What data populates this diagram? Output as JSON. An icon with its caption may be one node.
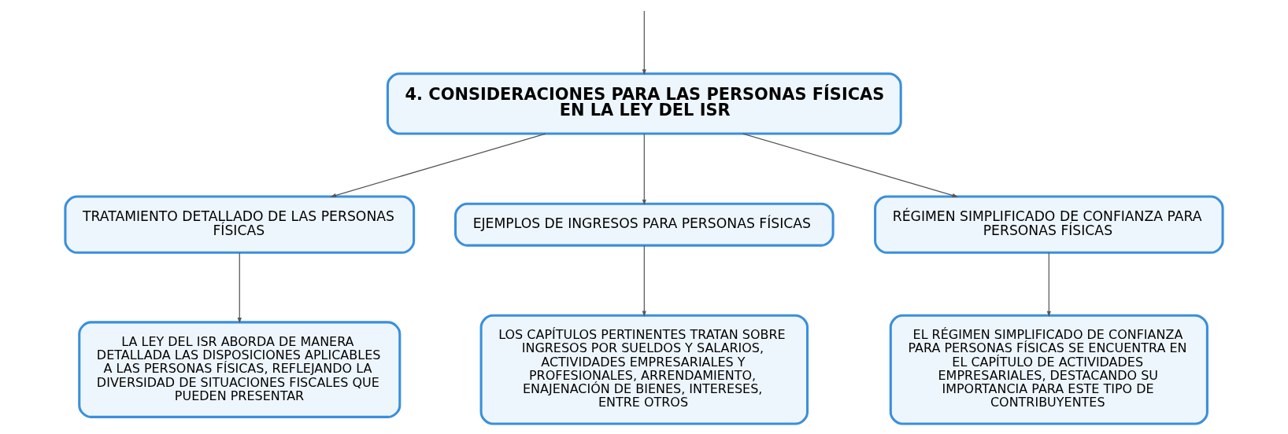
{
  "diagram": {
    "nodes": [
      {
        "text": [
          "4. CONSIDERACIONES PARA LAS PERSONAS FÍSICAS EN LA LEY DEL ISR"
        ]
      },
      {
        "text": [
          "TRATAMIENTO DETALLADO DE LAS PERSONAS FÍSICAS"
        ]
      },
      {
        "text": [
          "EJEMPLOS DE INGRESOS PARA PERSONAS FÍSICAS"
        ]
      },
      {
        "text": [
          "RÉGIMEN SIMPLIFICADO DE CONFIANZA PARA PERSONAS FÍSICAS"
        ]
      },
      {
        "text": [
          "LA LEY DEL ISR ABORDA DE MANERA DETALLADA LAS DISPOSICIONES APLICABLES A LAS PERSONAS FÍSICAS, REFLEJANDO LA DIVERSIDAD DE SITUACIONES FISCALES QUE PUEDEN PRESENTAR"
        ]
      },
      {
        "text": [
          "LOS CAPÍTULOS PERTINENTES TRATAN SOBRE INGRESOS POR SUELDOS Y SALARIOS, ACTIVIDADES EMPRESARIALES Y PROFESIONALES, ARRENDAMIENTO, ENAJENACIÓN DE BIENES, INTERESES, ENTRE OTROS"
        ]
      },
      {
        "text": [
          "EL RÉGIMEN SIMPLIFICADO DE CONFIANZA PARA PERSONAS FÍSICAS SE ENCUENTRA EN EL CAPÍTULO DE ACTIVIDADES EMPRESARIALES, DESTACANDO SU IMPORTANCIA PARA ESTE TIPO DE CONTRIBUYENTES"
        ]
      }
    ],
    "edges": [
      {
        "from": null,
        "to": 0,
        "arrow": "to"
      },
      {
        "from": 0,
        "to": 1,
        "arrow": "to"
      },
      {
        "from": 0,
        "to": 2,
        "arrow": "to"
      },
      {
        "from": 0,
        "to": 3,
        "arrow": "to"
      },
      {
        "from": 1,
        "to": 4,
        "arrow": "to"
      },
      {
        "from": 2,
        "to": 5,
        "arrow": "to"
      },
      {
        "from": 3,
        "to": 6,
        "arrow": "to"
      }
    ]
  }
}
